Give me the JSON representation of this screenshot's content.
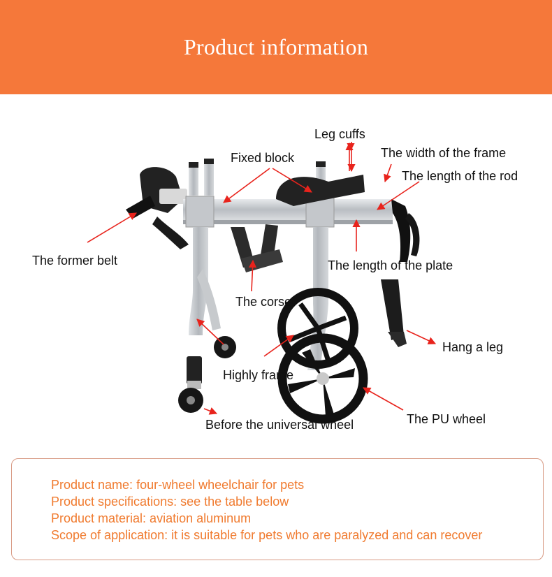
{
  "header": {
    "title": "Product information"
  },
  "diagram": {
    "labels": {
      "leg_cuffs": "Leg cuffs",
      "fixed_block": "Fixed block",
      "width_of_frame": "The width of the frame",
      "length_of_rod": "The length of the rod",
      "former_belt": "The former belt",
      "length_of_plate": "The length of the plate",
      "corset": "The corset",
      "hang_a_leg": "Hang a leg",
      "highly_frame": "Highly frame",
      "pu_wheel": "The PU wheel",
      "universal_wheel": "Before the universal wheel"
    },
    "colors": {
      "arrow": "#e8231c",
      "frame": "#c9ccd0",
      "wheel": "#111111"
    }
  },
  "info": {
    "lines": [
      "Product name: four-wheel wheelchair for pets",
      "Product specifications: see the table below",
      "Product material: aviation aluminum",
      "Scope of application: it is suitable for pets who are paralyzed and can recover"
    ]
  }
}
